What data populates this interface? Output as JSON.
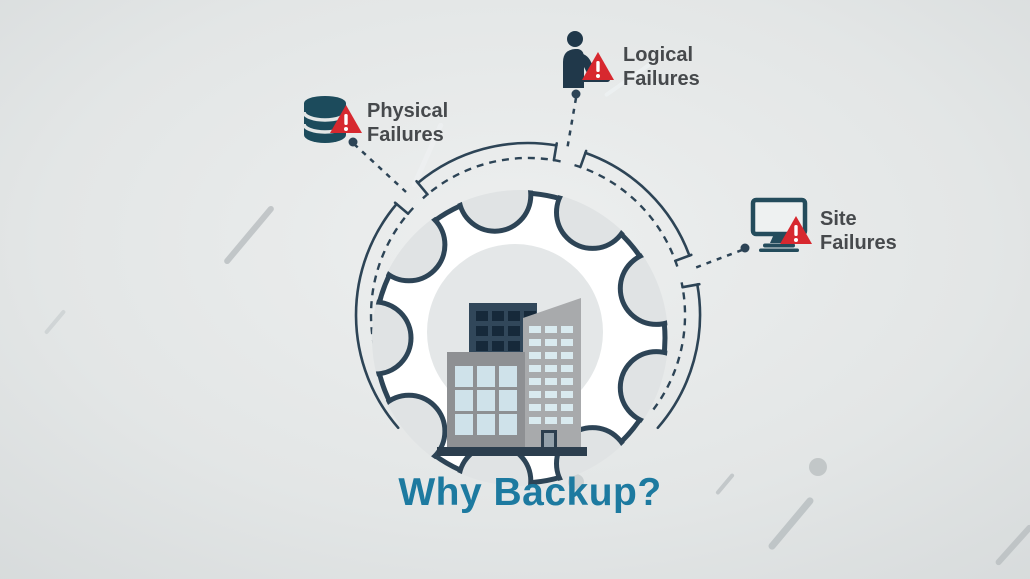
{
  "diagram": {
    "title": "Why Backup?",
    "failures": [
      {
        "id": "physical",
        "label_line1": "Physical",
        "label_line2": "Failures",
        "icon": "database-icon"
      },
      {
        "id": "logical",
        "label_line1": "Logical",
        "label_line2": "Failures",
        "icon": "user-at-computer-icon"
      },
      {
        "id": "site",
        "label_line1": "Site",
        "label_line2": "Failures",
        "icon": "desktop-monitor-icon"
      }
    ],
    "colors": {
      "outline_dark": "#2d4456",
      "warning_red": "#d7282f",
      "title_teal": "#1d7aa0",
      "label_text": "#46494c",
      "background": "#e0e3e4"
    }
  }
}
